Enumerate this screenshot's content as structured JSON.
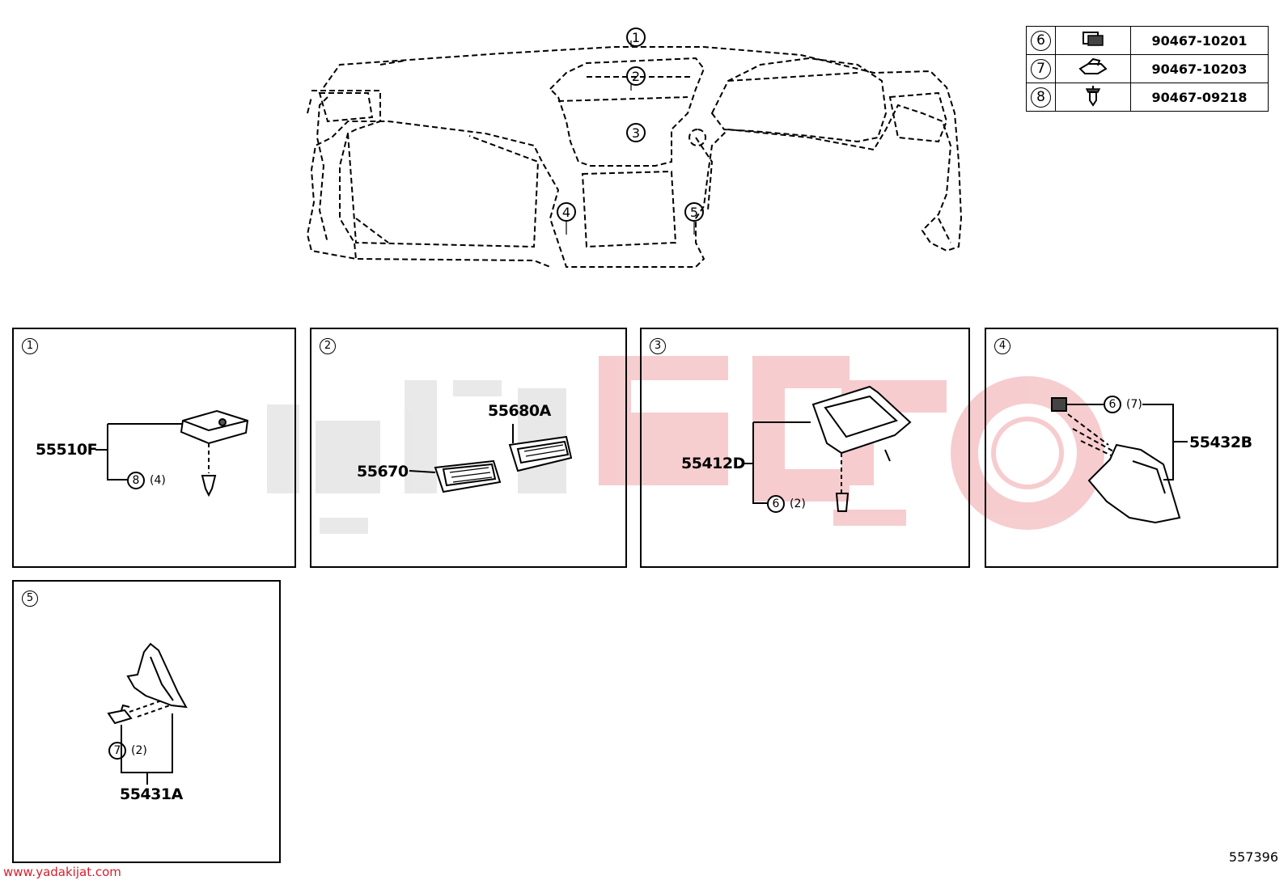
{
  "callouts_main": [
    {
      "id": "1",
      "label": "1"
    },
    {
      "id": "2",
      "label": "2"
    },
    {
      "id": "3",
      "label": "3"
    },
    {
      "id": "4",
      "label": "4"
    },
    {
      "id": "5",
      "label": "5"
    }
  ],
  "parts_table": [
    {
      "ref": "6",
      "icon": "clip-icon",
      "part_no": "90467-10201"
    },
    {
      "ref": "7",
      "icon": "clip-icon",
      "part_no": "90467-10203"
    },
    {
      "ref": "8",
      "icon": "push-retainer-icon",
      "part_no": "90467-09218"
    }
  ],
  "panels": {
    "p1": {
      "num": "1",
      "part": "55510F",
      "fastener_ref": "8",
      "fastener_qty": "(4)"
    },
    "p2": {
      "num": "2",
      "part_a": "55670",
      "part_b": "55680A"
    },
    "p3": {
      "num": "3",
      "part": "55412D",
      "fastener_ref": "6",
      "fastener_qty": "(2)"
    },
    "p4": {
      "num": "4",
      "part": "55432B",
      "fastener_ref": "6",
      "fastener_qty": "(7)"
    },
    "p5": {
      "num": "5",
      "part": "55431A",
      "fastener_ref": "7",
      "fastener_qty": "(2)"
    }
  },
  "footer": {
    "website": "www.yadakijat.com",
    "diagram_id": "557396"
  },
  "colors": {
    "line": "#000000",
    "watermark": "#d81e2b",
    "watermark_gray": "#c8c8c8"
  }
}
